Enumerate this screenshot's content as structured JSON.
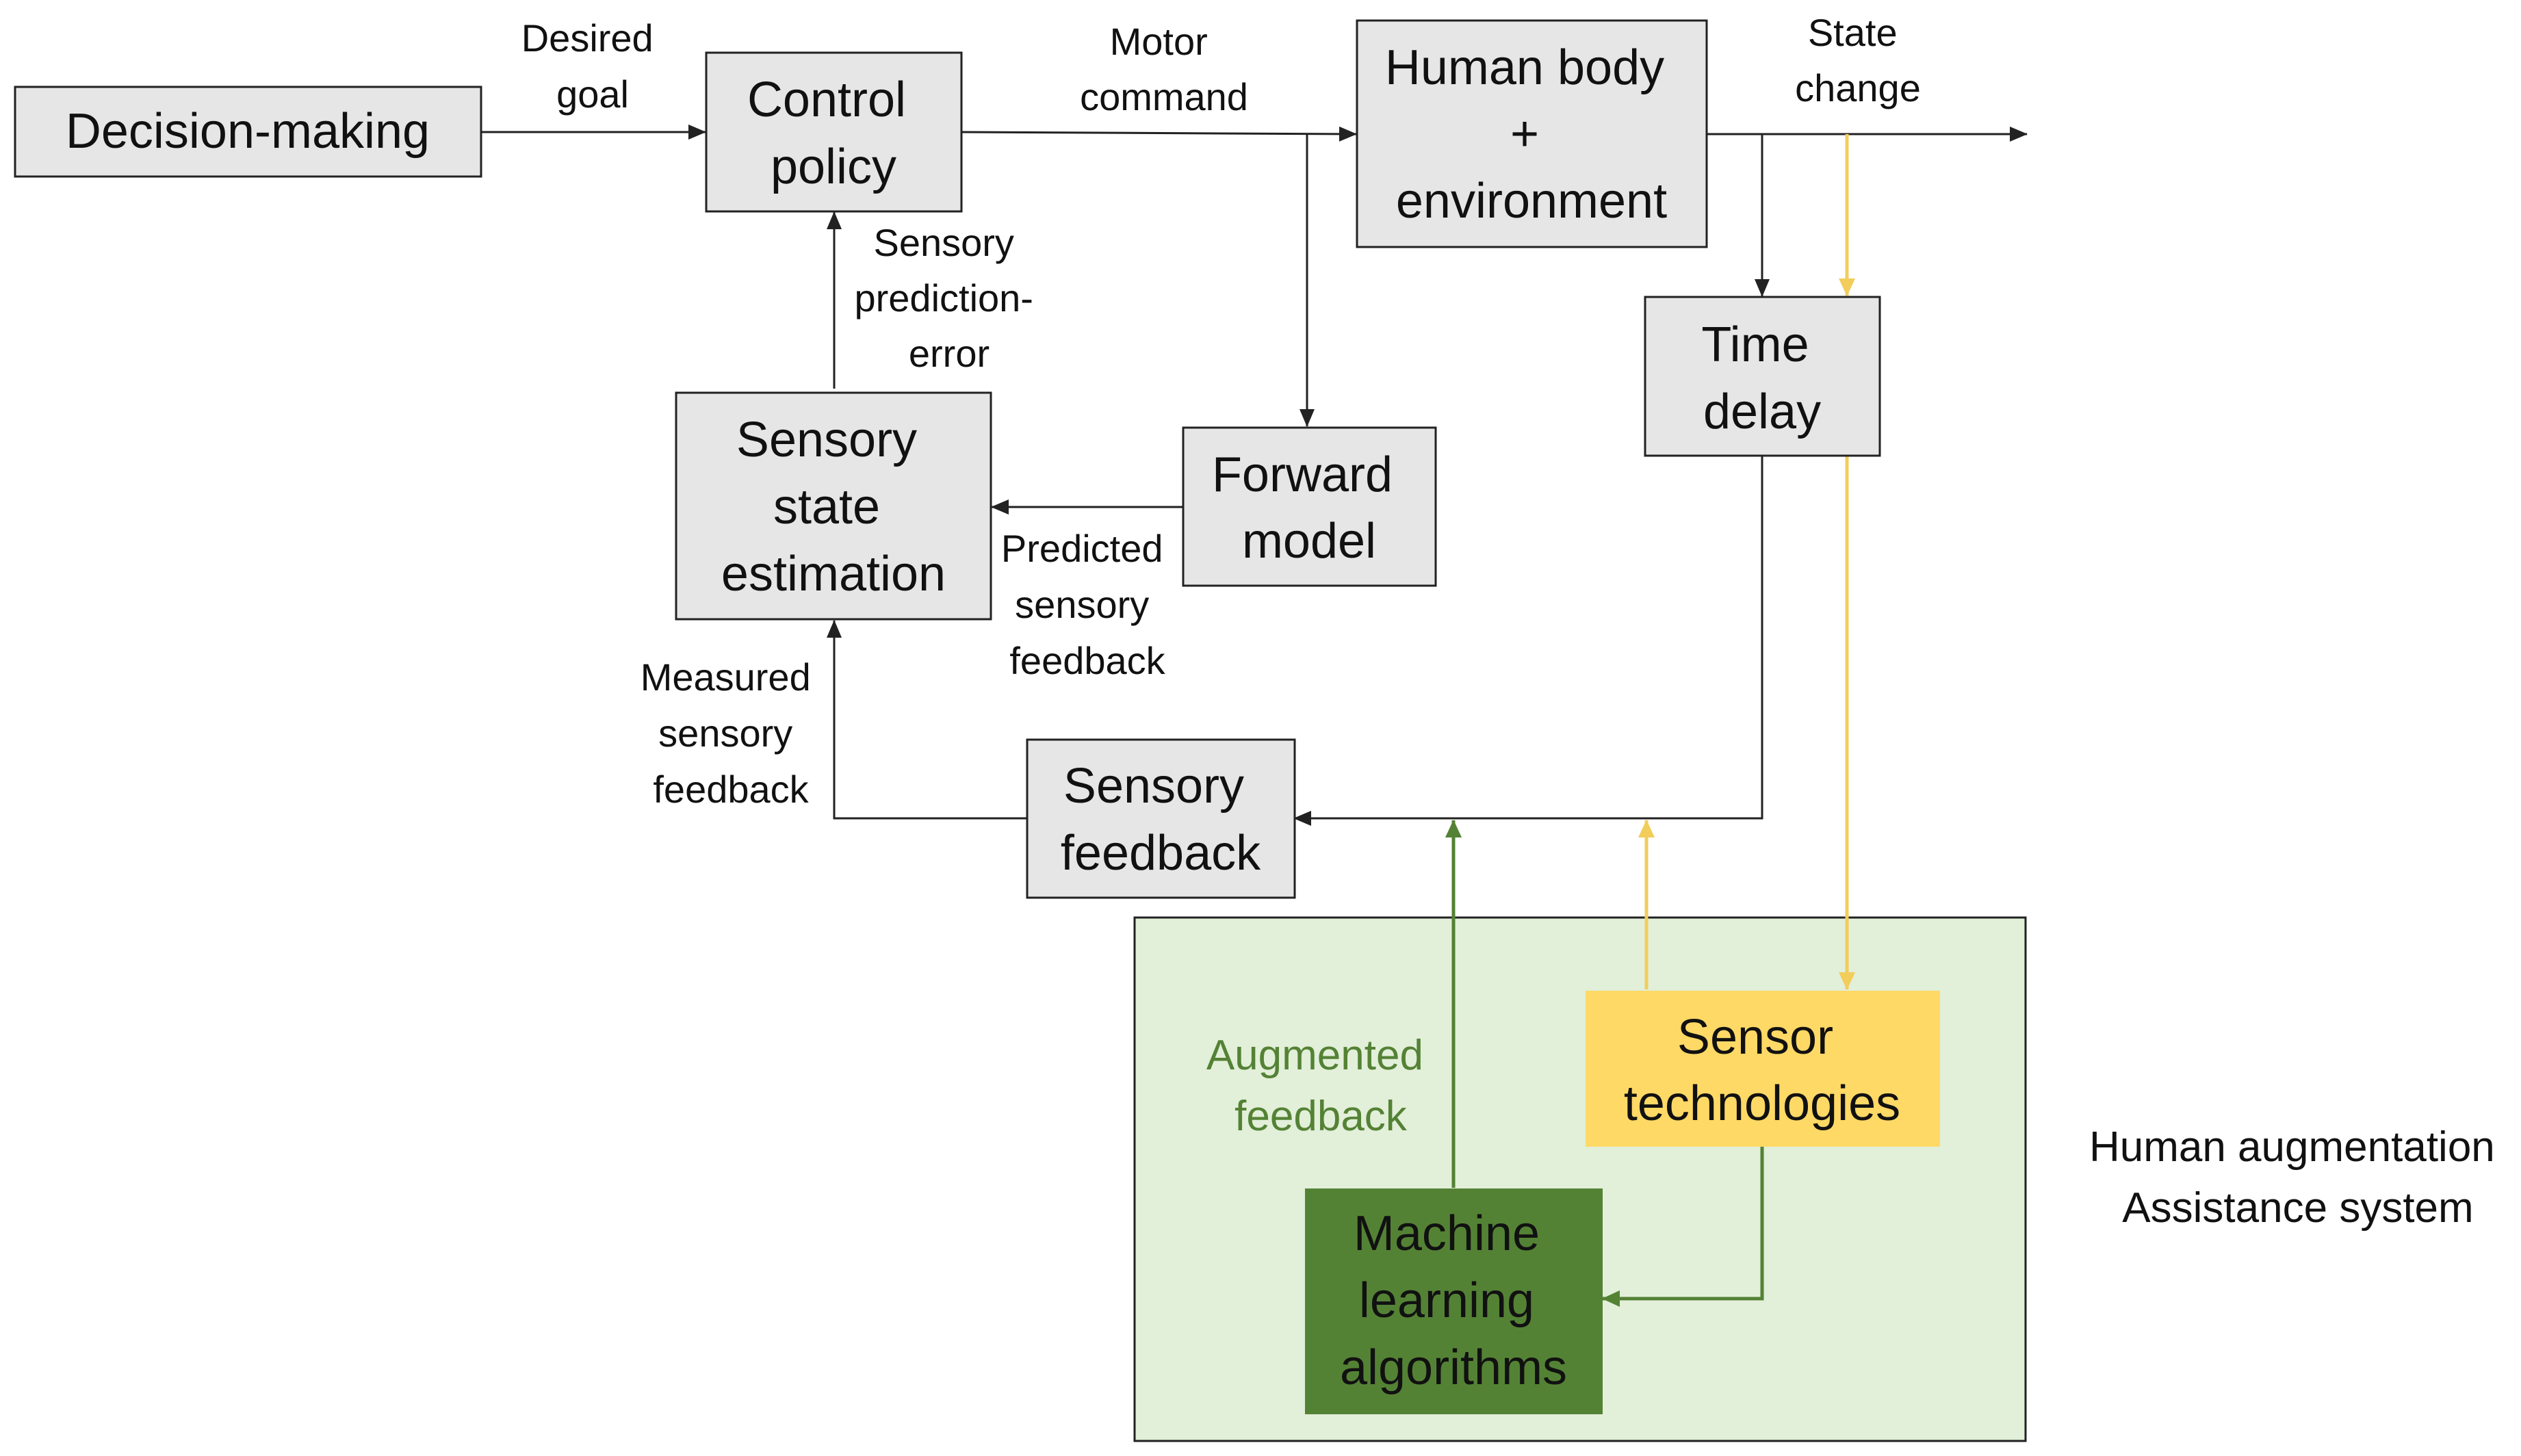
{
  "colors": {
    "box_fill": "#e6e6e6",
    "line": "#222222",
    "assistance_panel": "#e2efd9",
    "sensor_box": "#ffd965",
    "ml_box": "#548235",
    "yellow_arrow": "#f2cd5b",
    "green_arrow": "#548235"
  },
  "boxes": {
    "decision_making": [
      "Decision-making"
    ],
    "control_policy": [
      "Control",
      "policy"
    ],
    "human_body": [
      "Human body",
      "+",
      "environment"
    ],
    "time_delay": [
      "Time",
      "delay"
    ],
    "forward_model": [
      "Forward",
      "model"
    ],
    "sensory_state_estimation": [
      "Sensory",
      "state",
      "estimation"
    ],
    "sensory_feedback": [
      "Sensory",
      "feedback"
    ],
    "sensor_technologies": [
      "Sensor",
      "technologies"
    ],
    "ml_algorithms": [
      "Machine",
      "learning",
      "algorithms"
    ]
  },
  "labels": {
    "desired_goal": [
      "Desired",
      "goal"
    ],
    "motor_command": [
      "Motor",
      "command"
    ],
    "state_change": [
      "State",
      "change"
    ],
    "sensory_prediction_error": [
      "Sensory",
      "prediction-",
      "error"
    ],
    "predicted_sensory_feedback": [
      "Predicted",
      "sensory",
      "feedback"
    ],
    "measured_sensory_feedback": [
      "Measured",
      "sensory",
      "feedback"
    ],
    "augmented_feedback": [
      "Augmented",
      "feedback"
    ],
    "assistance_system": [
      "Human augmentation",
      "Assistance system"
    ]
  }
}
